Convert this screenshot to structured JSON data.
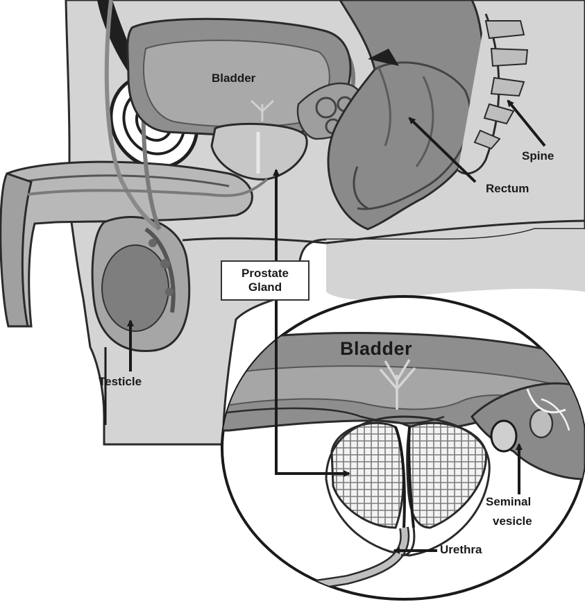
{
  "diagram": {
    "labels": {
      "bladder_top": "Bladder",
      "spine": "Spine",
      "rectum": "Rectum",
      "prostate_line1": "Prostate",
      "prostate_line2": "Gland",
      "testicle": "Testicle",
      "bladder_inset": "Bladder",
      "seminal_line1": "Seminal",
      "seminal_line2": "vesicle",
      "urethra": "Urethra"
    },
    "colors": {
      "background": "#ffffff",
      "body_fill": "#d4d4d4",
      "organ_dark": "#8a8a8a",
      "organ_mid": "#a8a8a8",
      "outline": "#2a2a2a"
    },
    "icons": {
      "pointer": "arrow-leader-line",
      "magnifier": "circular-inset"
    }
  }
}
